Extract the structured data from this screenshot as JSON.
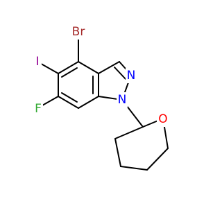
{
  "molecule": {
    "atoms": [
      {
        "id": "Br",
        "label": "Br",
        "color": "#a52a2a"
      },
      {
        "id": "I",
        "label": "I",
        "color": "#940094"
      },
      {
        "id": "F",
        "label": "F",
        "color": "#33aa33"
      },
      {
        "id": "N2",
        "label": "N",
        "color": "#0000ff"
      },
      {
        "id": "N1",
        "label": "N",
        "color": "#0000ff"
      },
      {
        "id": "O",
        "label": "O",
        "color": "#ff0000"
      }
    ]
  }
}
